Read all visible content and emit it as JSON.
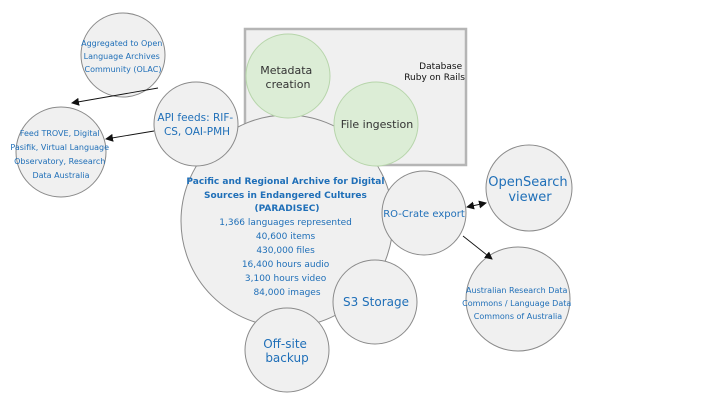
{
  "database_box": {
    "label_lines": [
      "Database",
      "Ruby on Rails"
    ]
  },
  "nodes": {
    "metadata": {
      "lines": [
        "Metadata",
        "creation"
      ]
    },
    "ingestion": {
      "lines": [
        "File ingestion"
      ]
    },
    "olac": {
      "lines": [
        "Aggregated to Open",
        "Language Archives",
        "Community (OLAC)"
      ]
    },
    "api_feeds": {
      "lines": [
        "API feeds: RIF-",
        "CS, OAI-PMH"
      ]
    },
    "trove": {
      "lines": [
        "Feed TROVE, Digital",
        "Pasifik, Virtual Language",
        "Observatory, Research",
        "Data Australia"
      ]
    },
    "paradisec": {
      "title_lines": [
        "Pacific and Regional Archive for Digital",
        "Sources in Endangered Cultures",
        "(PARADISEC)"
      ],
      "stats": [
        "1,366 languages represented",
        "40,600 items",
        "430,000 files",
        "16,400 hours audio",
        "3,100 hours video",
        "84,000 images"
      ]
    },
    "rocrate": {
      "lines": [
        "RO-Crate export"
      ]
    },
    "opensearch": {
      "lines": [
        "OpenSearch",
        "viewer"
      ]
    },
    "ardc": {
      "lines": [
        "Australian Research Data",
        "Commons / Language Data",
        "Commons of Australia"
      ]
    },
    "s3": {
      "lines": [
        "S3 Storage"
      ]
    },
    "offsite": {
      "lines": [
        "Off-site",
        "backup"
      ]
    }
  },
  "colors": {
    "text_blue": "#1f6fb8",
    "circle_fill": "#f0f0f0",
    "green_fill": "#dcedd6"
  }
}
